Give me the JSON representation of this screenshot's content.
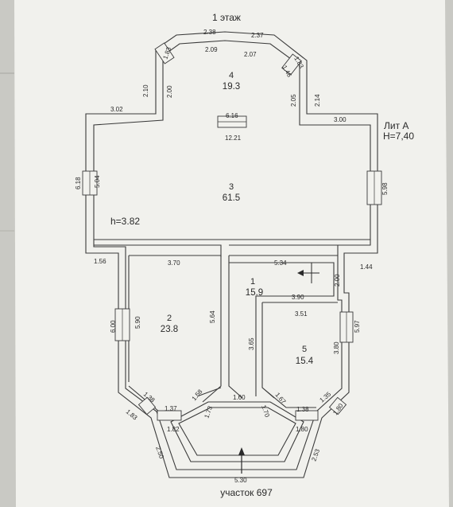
{
  "floor_title": "1 этаж",
  "lit": "Лит А",
  "height": "H=7,40",
  "ceiling": "h=3.82",
  "plot": "участок 697",
  "rooms": [
    {
      "num": "4",
      "area": "19.3"
    },
    {
      "num": "3",
      "area": "61.5"
    },
    {
      "num": "2",
      "area": "23.8"
    },
    {
      "num": "1",
      "area": "15.9"
    },
    {
      "num": "5",
      "area": "15.4"
    }
  ],
  "dims": {
    "d238": "2.38",
    "d237": "2.37",
    "d209": "2.09",
    "d207": "2.07",
    "d183a": "1.83",
    "d183b": "1.83",
    "d146": "1.46",
    "d210": "2.10",
    "d200a": "2.00",
    "d205": "2.05",
    "d214": "2.14",
    "d302": "3.02",
    "d616": "6.16",
    "d300": "3.00",
    "d1221": "12.21",
    "d618": "6.18",
    "d504": "5.04",
    "d598": "5.98",
    "d156": "1.56",
    "d370": "3.70",
    "d534": "5.34",
    "d144": "1.44",
    "d200b": "2.00",
    "d390": "3.90",
    "d351": "3.51",
    "d600": "6.00",
    "d590": "5.90",
    "d564": "5.64",
    "d365": "3.65",
    "d380": "3.80",
    "d597": "5.97",
    "d138a": "1.38",
    "d158": "1.58",
    "d160": "1.60",
    "d167": "1.67",
    "d135": "1.35",
    "d183c": "1.83",
    "d137": "1.37",
    "d173": "1.73",
    "d170": "1.70",
    "d138b": "1.38",
    "d180a": "1.80",
    "d182": "1.82",
    "d180b": "1.80",
    "d250": "2.50",
    "d253": "2.53",
    "d530": "5.30"
  },
  "colors": {
    "paper": "#f1f1ed",
    "line": "#3a3a3a",
    "background": "#c9c9c4"
  }
}
